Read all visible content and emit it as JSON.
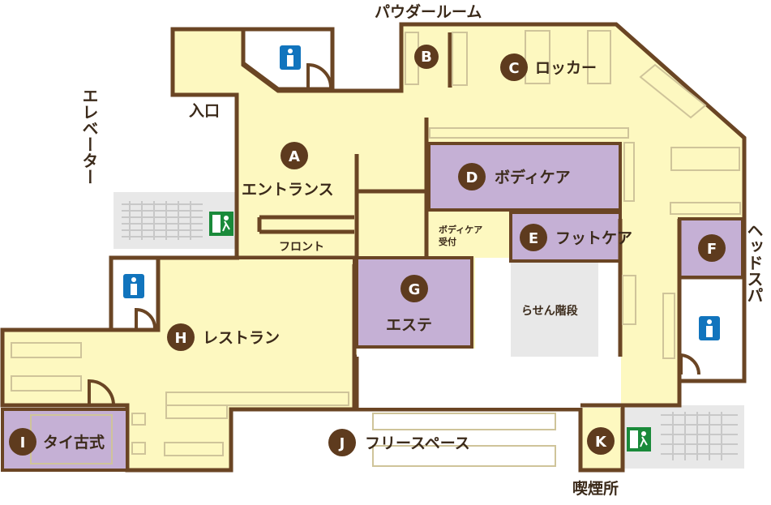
{
  "colors": {
    "floor": "#fdf8c0",
    "wall": "#6a4524",
    "purple": "#c5b0d5",
    "badge": "#5e3b1e",
    "gray": "#e8e8e8",
    "restroom": "#1174bd",
    "exit": "#1a8a3a"
  },
  "labels": {
    "powder_room": "パウダールーム",
    "elevator": "エレベーター",
    "entrance": "入口",
    "head_spa": "ヘッドスパ",
    "smoking": "喫煙所",
    "spiral": "らせん階段",
    "front": "フロント",
    "bodycare_reception": [
      "ボディケア",
      "受付"
    ]
  },
  "areas": [
    {
      "key": "A",
      "name": "エントランス"
    },
    {
      "key": "B",
      "name": ""
    },
    {
      "key": "C",
      "name": "ロッカー"
    },
    {
      "key": "D",
      "name": "ボディケア"
    },
    {
      "key": "E",
      "name": "フットケア"
    },
    {
      "key": "F",
      "name": ""
    },
    {
      "key": "G",
      "name": "エステ"
    },
    {
      "key": "H",
      "name": "レストラン"
    },
    {
      "key": "I",
      "name": "タイ古式"
    },
    {
      "key": "J",
      "name": "フリースペース"
    },
    {
      "key": "K",
      "name": ""
    }
  ],
  "icons": [
    "restroom-icon",
    "emergency-exit-icon"
  ]
}
